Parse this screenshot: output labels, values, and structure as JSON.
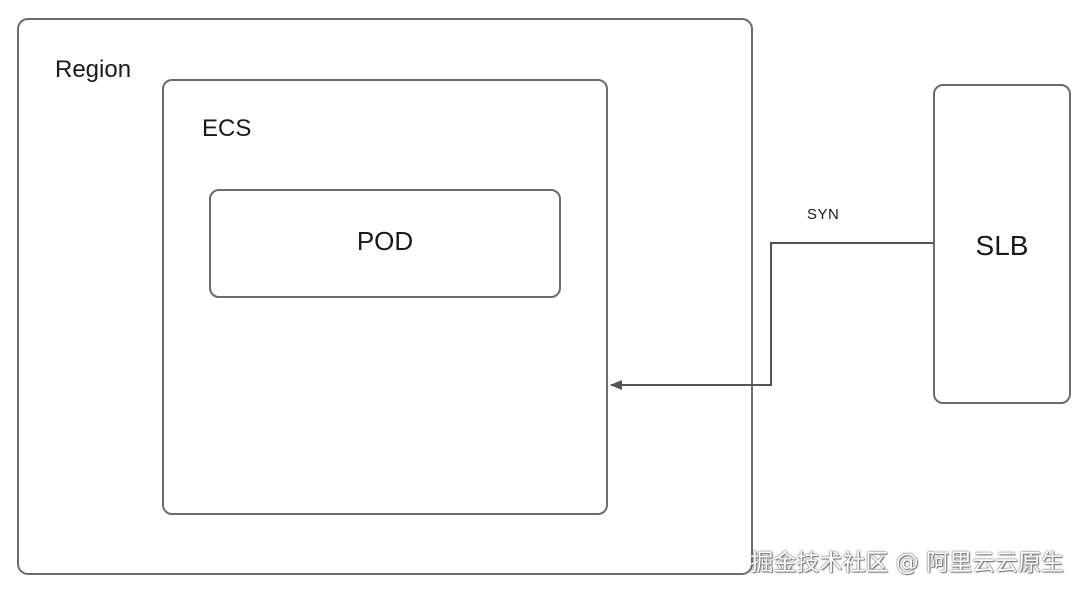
{
  "diagram": {
    "region": {
      "label": "Region"
    },
    "ecs": {
      "label": "ECS"
    },
    "pod": {
      "label": "POD"
    },
    "slb": {
      "label": "SLB"
    },
    "connection": {
      "label": "SYN",
      "from": "SLB",
      "to": "ECS"
    }
  },
  "watermark": {
    "text": "掘金技术社区 @ 阿里云云原生"
  },
  "colors": {
    "stroke": "#6b6b6b",
    "text": "#1a1a1a",
    "background": "#ffffff"
  }
}
